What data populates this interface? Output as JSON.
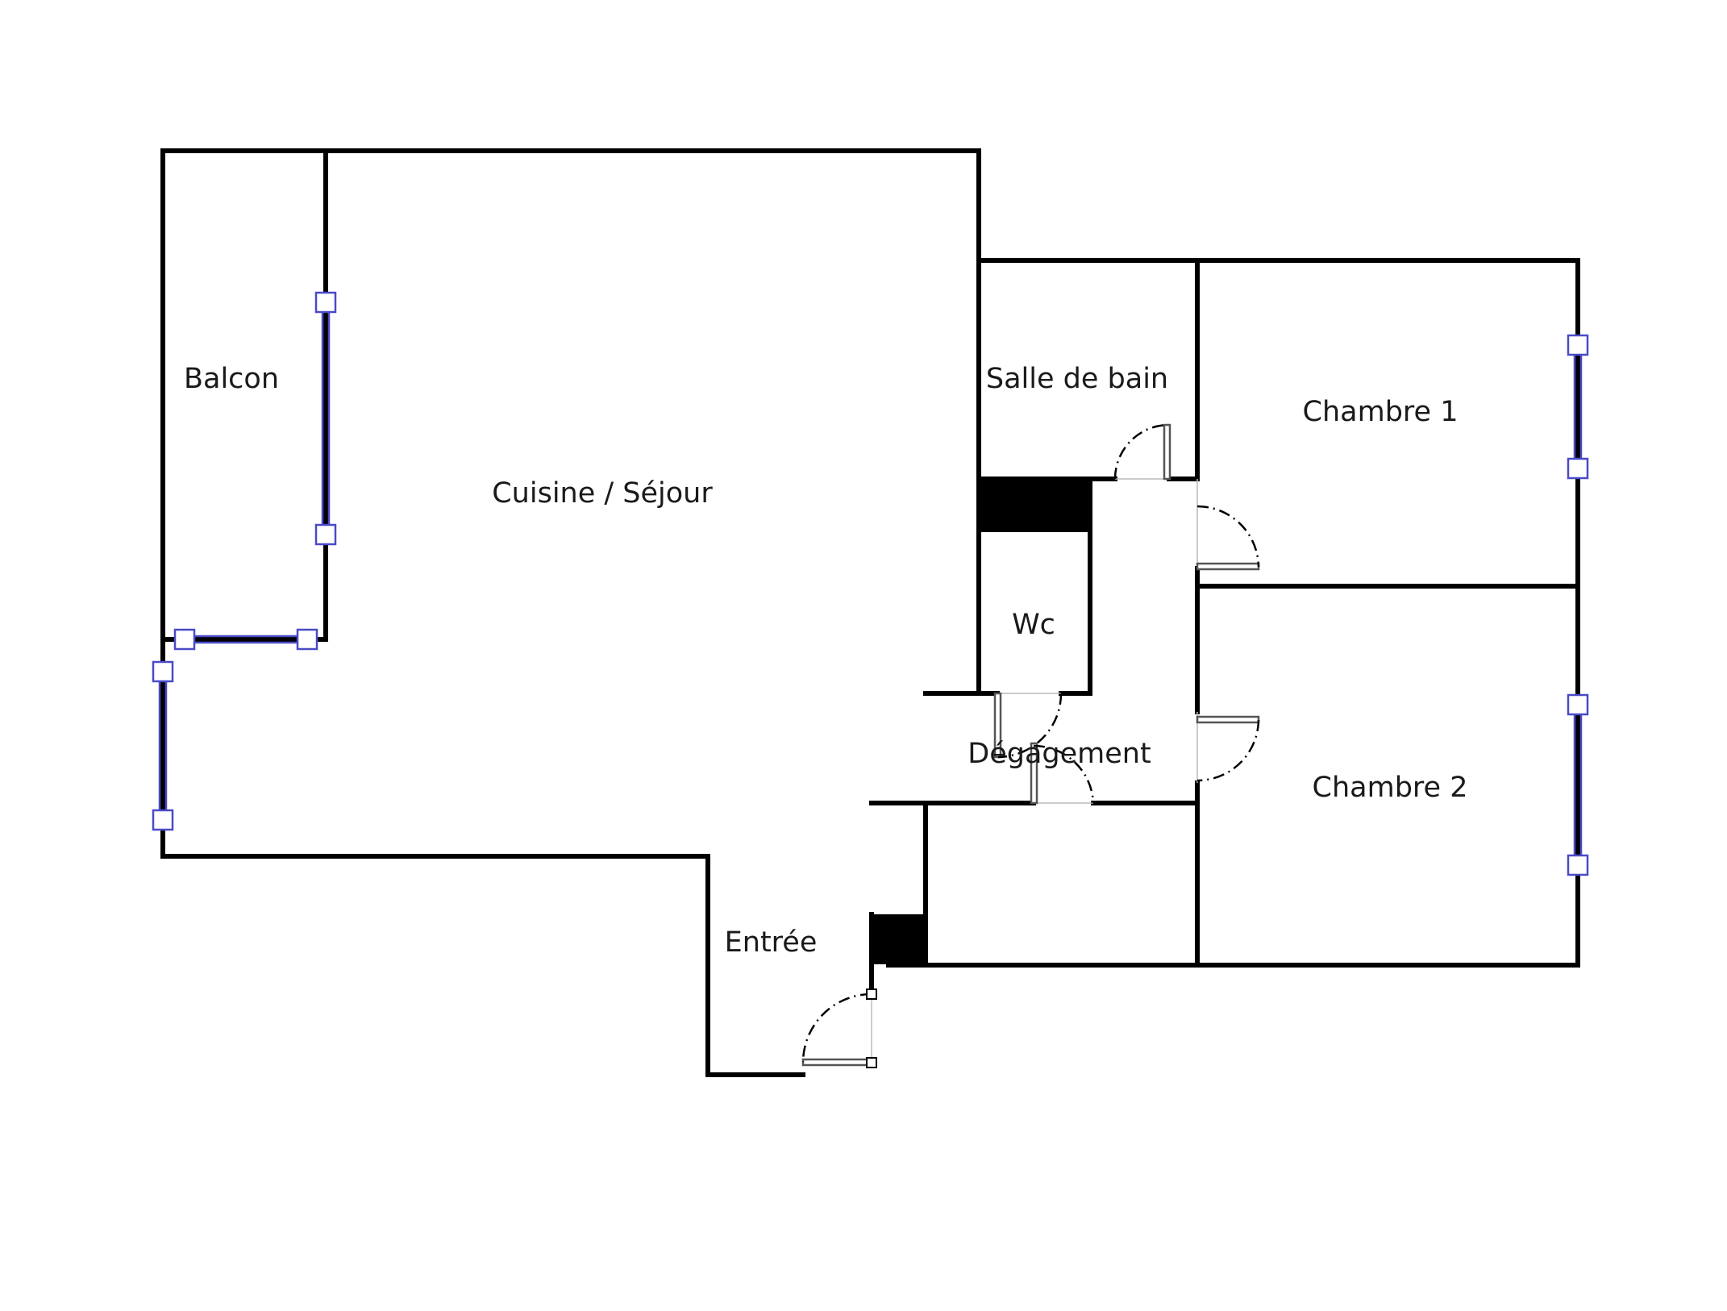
{
  "plan": {
    "rooms": {
      "balcon": "Balcon",
      "cuisine_sejour": "Cuisine / Séjour",
      "salle_de_bain": "Salle de bain",
      "wc": "Wc",
      "degagement": "Dégagement",
      "chambre_1": "Chambre 1",
      "chambre_2": "Chambre 2",
      "entree": "Entrée"
    },
    "colors": {
      "wall": "#000000",
      "window": "#4a4ac8",
      "duct": "#000000",
      "background": "#ffffff"
    }
  }
}
